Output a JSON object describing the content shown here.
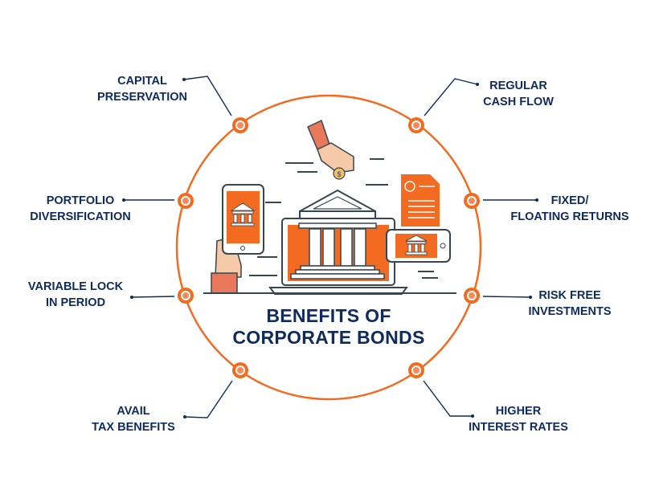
{
  "title": {
    "line1": "BENEFITS OF",
    "line2": "CORPORATE BONDS"
  },
  "benefits": [
    {
      "line1": "CAPITAL",
      "line2": "PRESERVATION"
    },
    {
      "line1": "REGULAR",
      "line2": "CASH FLOW"
    },
    {
      "line1": "PORTFOLIO",
      "line2": "DIVERSIFICATION"
    },
    {
      "line1": "FIXED/",
      "line2": "FLOATING RETURNS"
    },
    {
      "line1": "VARIABLE LOCK",
      "line2": "IN PERIOD"
    },
    {
      "line1": "RISK FREE",
      "line2": "INVESTMENTS"
    },
    {
      "line1": "AVAIL",
      "line2": "TAX BENEFITS"
    },
    {
      "line1": "HIGHER",
      "line2": "INTEREST RATES"
    }
  ],
  "coin_symbol": "$",
  "colors": {
    "accent": "#f26b21",
    "navy": "#0f2a5c",
    "skin": "#f6c9a8",
    "sleeve": "#e9795a"
  }
}
